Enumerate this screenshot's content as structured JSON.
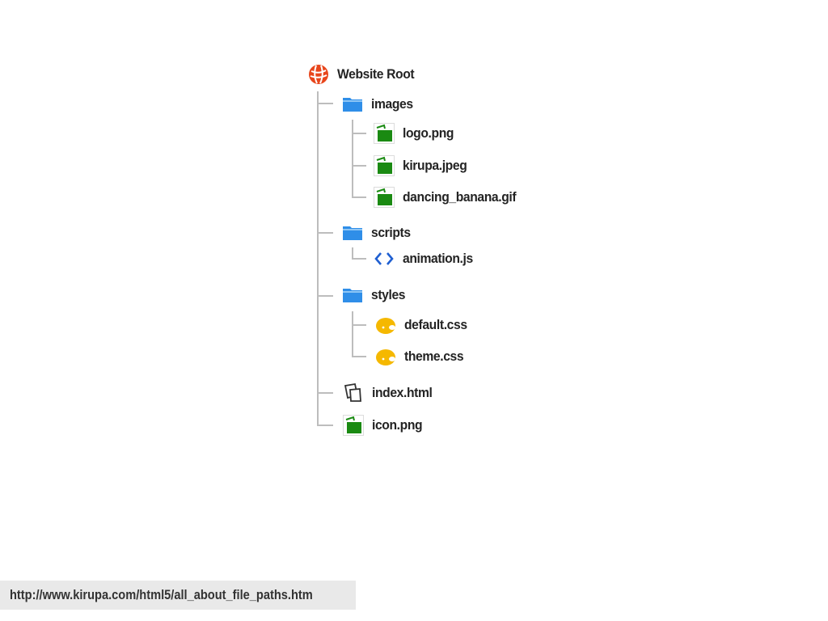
{
  "tree": {
    "root": {
      "label": "Website Root",
      "icon": "globe-icon"
    },
    "images_folder": {
      "label": "images",
      "icon": "folder-icon",
      "children": [
        {
          "label": "logo.png",
          "icon": "image-file-icon"
        },
        {
          "label": "kirupa.jpeg",
          "icon": "image-file-icon"
        },
        {
          "label": "dancing_banana.gif",
          "icon": "image-file-icon"
        }
      ]
    },
    "scripts_folder": {
      "label": "scripts",
      "icon": "folder-icon",
      "children": [
        {
          "label": "animation.js",
          "icon": "code-icon"
        }
      ]
    },
    "styles_folder": {
      "label": "styles",
      "icon": "folder-icon",
      "children": [
        {
          "label": "default.css",
          "icon": "palette-icon"
        },
        {
          "label": "theme.css",
          "icon": "palette-icon"
        }
      ]
    },
    "index_file": {
      "label": "index.html",
      "icon": "html-page-icon"
    },
    "icon_file": {
      "label": "icon.png",
      "icon": "image-file-icon"
    }
  },
  "colors": {
    "connector": "#bdbdbd",
    "folder": "#2f8ee8",
    "image": "#1a8a12",
    "code": "#1f5fd1",
    "palette": "#f5b800",
    "globe": "#e8461c"
  },
  "footer": {
    "url": "http://www.kirupa.com/html5/all_about_file_paths.htm"
  }
}
